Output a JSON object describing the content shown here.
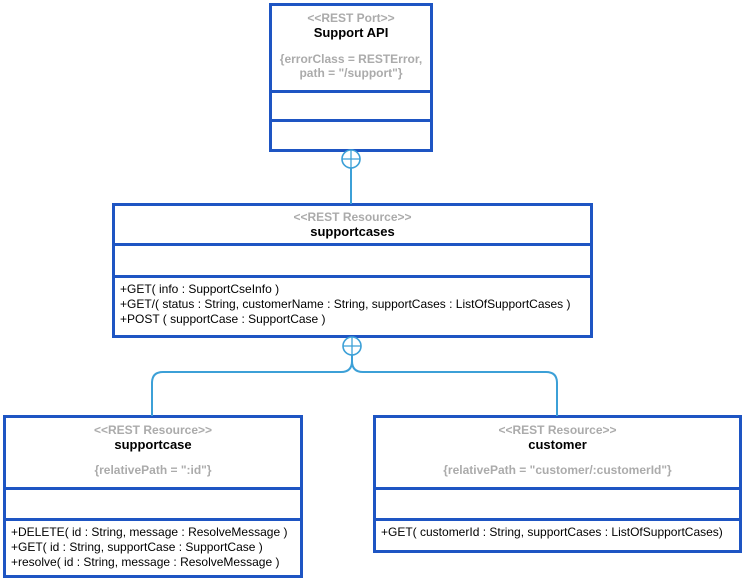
{
  "diagram": {
    "colors": {
      "box_border": "#1E55C3",
      "connector": "#3CA0D7",
      "stereotype_text": "#ABABAB",
      "name_text": "#000000"
    },
    "nodes": [
      {
        "id": "support-api",
        "stereotype": "<<REST Port>>",
        "name": "Support API",
        "properties": [
          "{errorClass = RESTError,",
          "path = \"/support\"}"
        ],
        "operations": []
      },
      {
        "id": "supportcases",
        "stereotype": "<<REST Resource>>",
        "name": "supportcases",
        "properties": [],
        "operations": [
          "+GET( info : SupportCseInfo )",
          "+GET/( status : String, customerName : String, supportCases : ListOfSupportCases )",
          "+POST ( supportCase : SupportCase )"
        ]
      },
      {
        "id": "supportcase",
        "stereotype": "<<REST Resource>>",
        "name": "supportcase",
        "properties": [
          "{relativePath = \":id\"}"
        ],
        "operations": [
          "+DELETE( id : String, message : ResolveMessage )",
          "+GET( id : String, supportCase : SupportCase )",
          "+resolve( id : String, message : ResolveMessage )"
        ]
      },
      {
        "id": "customer",
        "stereotype": "<<REST Resource>>",
        "name": "customer",
        "properties": [
          "{relativePath = \"customer/:customerId\"}"
        ],
        "operations": [
          "+GET( customerId : String, supportCases : ListOfSupportCases)"
        ]
      }
    ]
  }
}
